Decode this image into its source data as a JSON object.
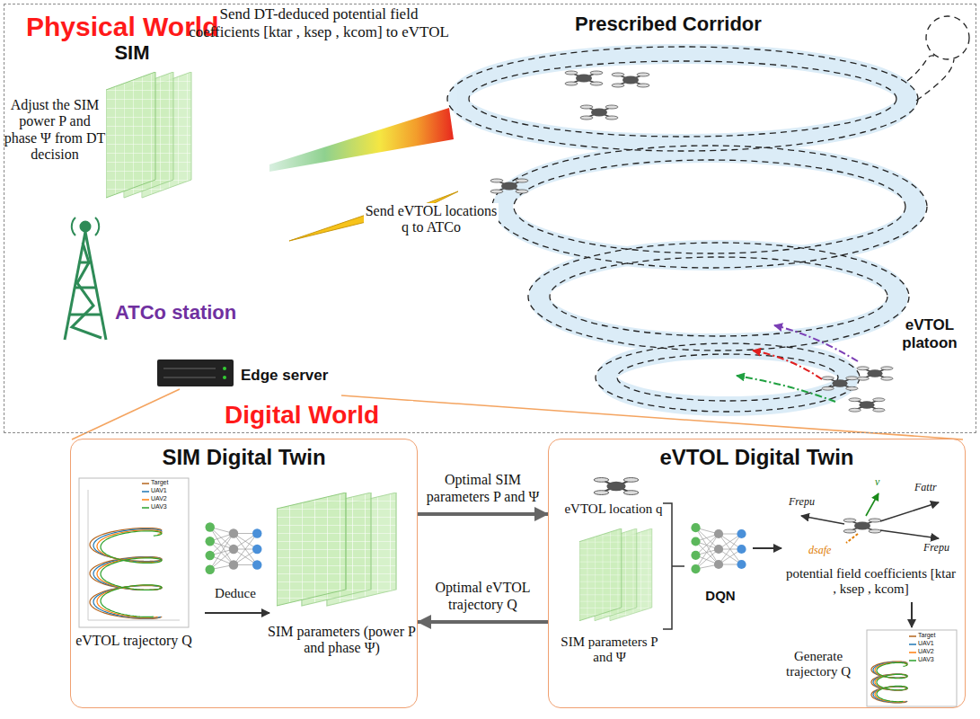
{
  "diagram": {
    "nodes": [
      {
        "text": [
          "Physical World"
        ]
      },
      {
        "text": [
          "SIM Digital Twin"
        ]
      },
      {
        "text": [
          "eVTOL Digital Twin"
        ]
      }
    ],
    "edges": [
      {
        "from": 1,
        "to": 2,
        "arrow": "to",
        "label": "Optimal SIM parameters P and Ψ"
      },
      {
        "from": 2,
        "to": 1,
        "arrow": "to",
        "label": "Optimal eVTOL trajectory Q"
      }
    ],
    "labels": [
      "Send DT-deduced potential field coefficients [ktar , ksep , kcom] to eVTOL",
      "Prescribed Corridor",
      "SIM",
      "Adjust the SIM power P and phase Ψ from DT decision",
      "Send eVTOL locations q to ATCo",
      "ATCo station",
      "Edge server",
      "eVTOL platoon",
      "Digital World",
      "Deduce",
      "eVTOL trajectory Q",
      "SIM parameters (power P and phase Ψ)",
      "eVTOL location q",
      "SIM parameters P and Ψ",
      "DQN",
      "potential field coefficients [ktar , ksep , kcom]",
      "Generate trajectory Q",
      "Frepu",
      "Fattr",
      "Frepu",
      "v",
      "dsafe",
      "Target",
      "UAV1",
      "UAV2",
      "UAV3",
      "Target",
      "UAV1",
      "UAV2",
      "UAV3"
    ]
  }
}
